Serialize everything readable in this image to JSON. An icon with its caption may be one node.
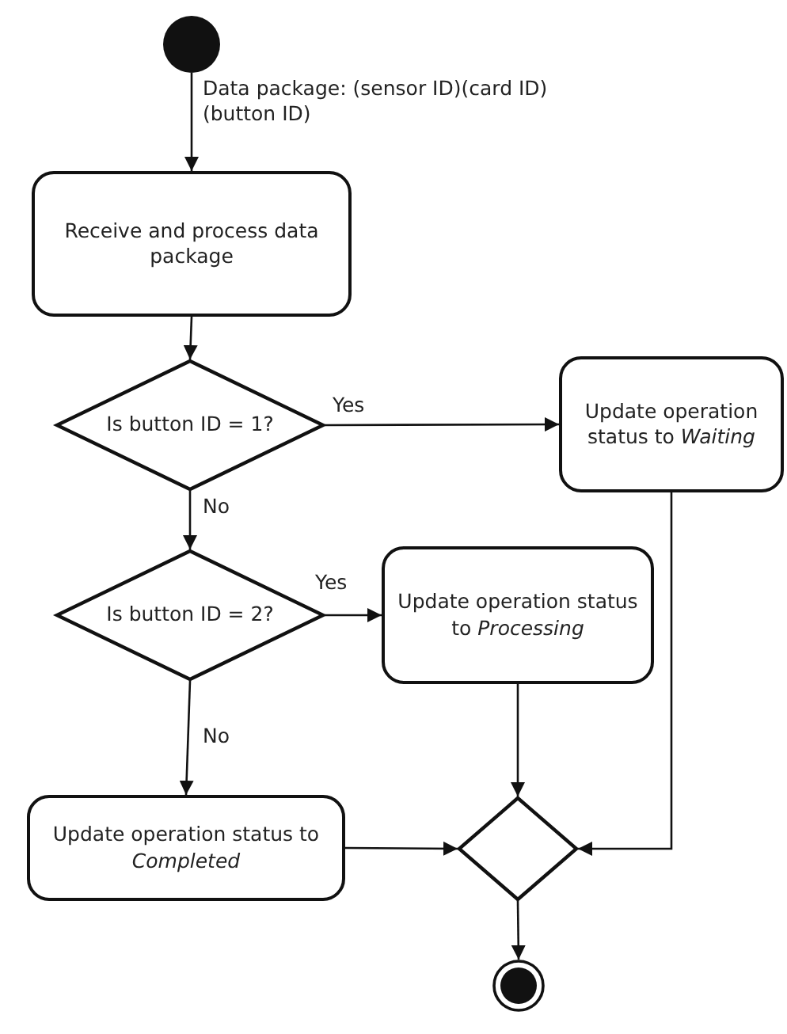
{
  "diagram": {
    "nodes": [
      {
        "text": [],
        "shape": "circle"
      },
      {
        "text": [
          "Receive and process data package"
        ]
      },
      {
        "text": [
          "Is button ID = 1?"
        ]
      },
      {
        "text": [
          "Update operation status to *Waiting*"
        ]
      },
      {
        "text": [
          "Is button ID = 2?"
        ]
      },
      {
        "text": [
          "Update operation status to *Processing*"
        ]
      },
      {
        "text": [
          "Update operation status to *Completed*"
        ]
      },
      {
        "text": [],
        "shape": "diamond"
      },
      {
        "text": [],
        "shape": "circle"
      }
    ],
    "edges": [
      {
        "from": 0,
        "to": 1,
        "arrow": "to",
        "label": "Data package: (sensor ID)(card ID)(button ID)"
      },
      {
        "from": 1,
        "to": 2,
        "arrow": "to"
      },
      {
        "from": 2,
        "to": 3,
        "arrow": "to",
        "label": "Yes"
      },
      {
        "from": 2,
        "to": 4,
        "arrow": "to",
        "label": "No"
      },
      {
        "from": 4,
        "to": 5,
        "arrow": "to",
        "label": "Yes"
      },
      {
        "from": 4,
        "to": 6,
        "arrow": "to",
        "label": "No"
      },
      {
        "from": 5,
        "to": 7,
        "arrow": "to"
      },
      {
        "from": 6,
        "to": 7,
        "arrow": "to"
      },
      {
        "from": 3,
        "to": 7,
        "arrow": "to"
      },
      {
        "from": 7,
        "to": 8,
        "arrow": "to"
      }
    ]
  }
}
